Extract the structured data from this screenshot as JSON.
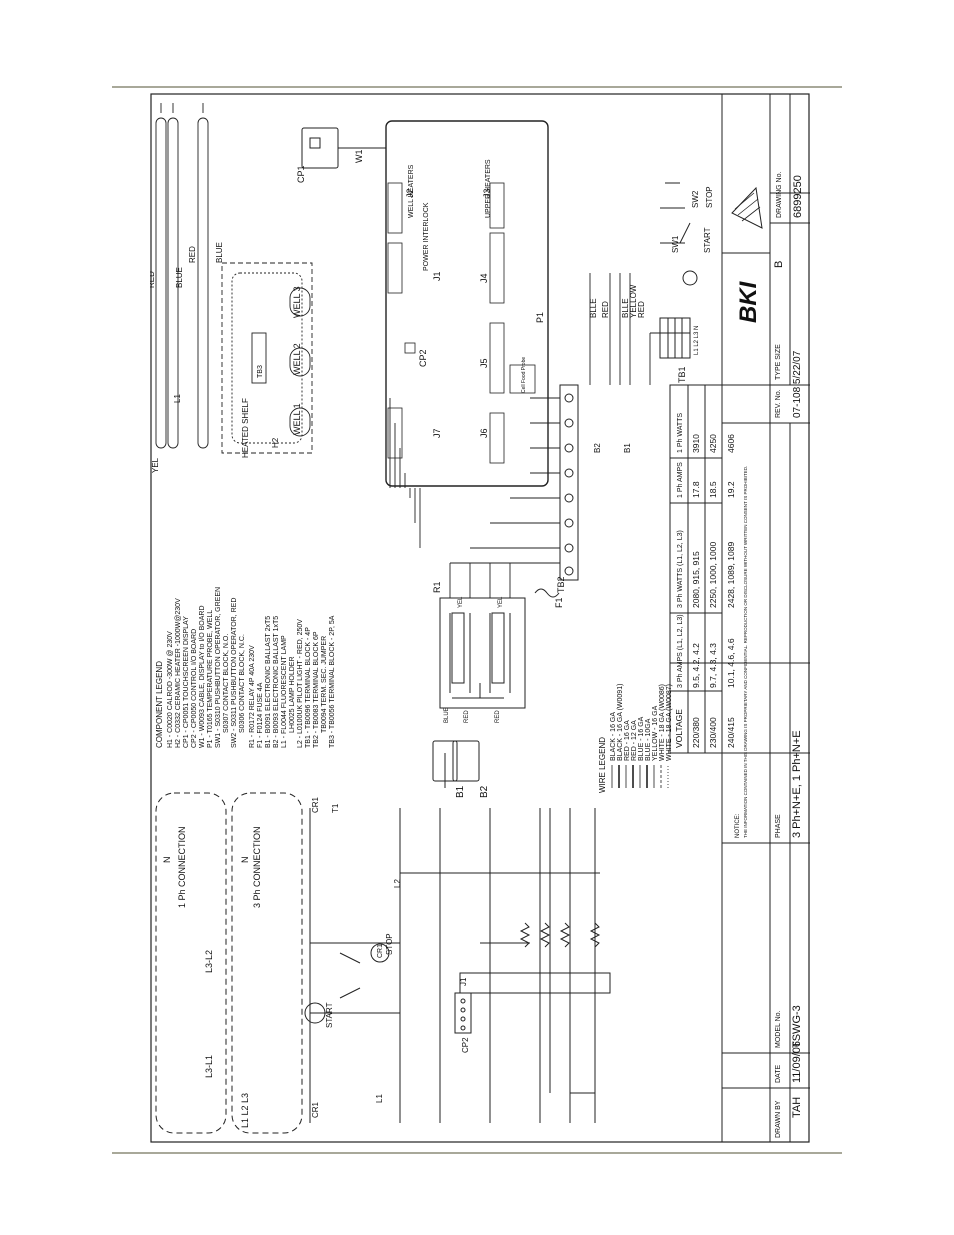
{
  "legend": {
    "title": "COMPONENT LEGEND",
    "items": [
      "H1 - C0020 CALROD -300W @ 230V",
      "H2 - C0332 CERAMIC HEATER -1000W@230V",
      "CP1 - CP0051 TOUCHSCREEN DISPLAY",
      "CP2 - CP0050 CONTROL I/O BOARD",
      "W1 - W0093 CABLE, DISPLAY to I/O BOARD",
      "P1 - T0165 TEMPERATURE PROBE, WELL",
      "SW1 - S0310 PUSHBUTTON OPERATOR, GREEN",
      "S0307 CONTACT BLOCK, N.O.",
      "SW2 - S0311 PUSHBUTTON OPERATOR, RED",
      "S0306 CONTACT BLOCK, N.C.",
      "R1 - R0172 RELAY 4P 40A 230V",
      "F1 - F0124 FUSE 4A",
      "B1 - B0091 ELECTRONIC BALLAST 2xT5",
      "B2 - B0093 ELECTRONIC BALLAST 1xT5",
      "L1 - FL0044 FLUORESCENT LAMP",
      "LH0025 LAMP HOLDER",
      "L2 - L0100UK PILOT LIGHT - RED, 250V",
      "TB1 - TB0096 TERMINAL BLOCK - 4P",
      "TB2 - TB0083 TERMINAL BLOCK 6P",
      "TB0094 TERM. SEC. JUMPER",
      "TB3 - TB0056 TERMINAL BLOCK - 2P, 5A"
    ]
  },
  "wire_legend": {
    "title": "WIRE LEGEND",
    "items": [
      "BLACK - 16 GA",
      "BLACK - 16 GA (W0091)",
      "RED - 16 GA",
      "RED - 12 GA",
      "BLUE - 16 GA",
      "BLUE - 10GA",
      "YELLOW - 16 GA",
      "WHITE - 18 GA (W0086)",
      "WHITE - 18 GA (W0087)"
    ]
  },
  "connections": {
    "one_ph": "1 Ph CONNECTION",
    "three_ph": "3 Ph CONNECTION"
  },
  "labels": {
    "cp1": "CP1",
    "w1": "W1",
    "cp2": "CP2",
    "p1": "P1",
    "h2": "H2",
    "heated_shelf": "HEATED SHELF",
    "tb3": "TB3",
    "tb2": "TB2",
    "tb1": "TB1",
    "r1": "R1",
    "f1": "F1",
    "b1": "B1",
    "b2": "B2",
    "cr1": "CR1",
    "t1": "T1",
    "l1": "L1",
    "l2": "L2",
    "sw1": "SW1",
    "sw2": "SW2",
    "start": "START",
    "stop": "STOP",
    "well1": "WELL 1",
    "well2": "WELL 2",
    "well3": "WELL 3",
    "well_heaters": "WELL HEATERS",
    "upper_heaters": "UPPER HEATERS",
    "power_interlock": "POWER INTERLOCK",
    "j1": "J1",
    "j2": "J2",
    "j3": "J3",
    "j4": "J4",
    "j5": "J5",
    "j6": "J6",
    "j7": "J7",
    "red": "RED",
    "blue": "BLUE",
    "yel": "YEL",
    "blle": "BLLE",
    "yellow": "YELLOW",
    "tb1_terms": "L1 L2 L3 N",
    "n": "N",
    "l1l2l3": "L1  L2  L3",
    "l3l1": "L3-L1",
    "l3l2": "L3-L2",
    "probe": "Cell Food Probe"
  },
  "notes": {
    "title": "NOTICE:",
    "text": "THE INFORMATION CONTAINED IN THIS DRAWING IS PROPRIETARY AND CONFIDENTIAL. REPRODUCTION OR DISCLOSURE WITHOUT WRITTEN CONSENT IS PROHIBITED."
  },
  "title_block": {
    "drawn_by_label": "DRAWN BY",
    "drawn_by": "TAH",
    "date_label": "DATE",
    "date": "11/09/06",
    "model_label": "MODEL No.",
    "model": "TSWG-3",
    "phase_label": "PHASE",
    "phase": "3 Ph+N+E, 1 Ph+N+E",
    "rev_label": "REV. No.",
    "rev": "07-108  5/22/07",
    "type_size_label": "TYPE SIZE",
    "type_size": "B",
    "drawing_no_label": "DRAWING No.",
    "drawing_no": "6899250",
    "logo": "BKI"
  },
  "spec_table": {
    "headers": [
      "VOLTAGE",
      "3 Ph AMPS (L1, L2, L3)",
      "3 Ph WATTS (L1, L2, L3)",
      "1 Ph AMPS",
      "1 Ph WATTS"
    ],
    "rows": [
      [
        "220/380",
        "9.5, 4.2, 4.2",
        "2080, 915, 915",
        "17.8",
        "3910"
      ],
      [
        "230/400",
        "9.7, 4.3, 4.3",
        "2250, 1000, 1000",
        "18.5",
        "4250"
      ],
      [
        "240/415",
        "10.1, 4.6, 4.6",
        "2428, 1089, 1089",
        "19.2",
        "4606"
      ]
    ]
  }
}
